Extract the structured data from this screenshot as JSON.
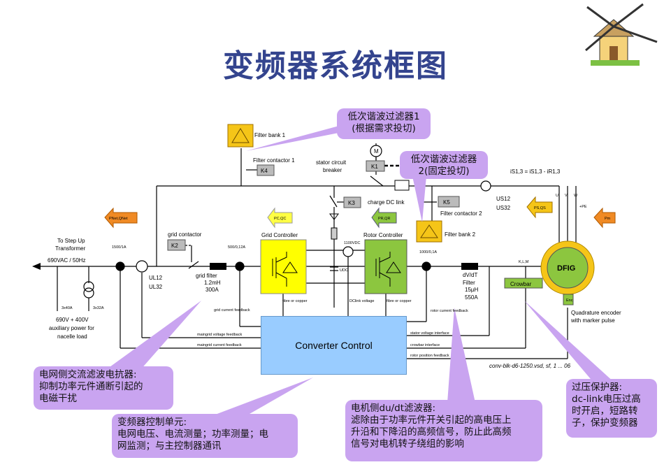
{
  "title": "变频器系统框图",
  "callouts": {
    "filter1": "低次谐波过滤器1\n(根据需求投切)",
    "filter2": "低次谐波过滤器\n2(固定投切)",
    "grid_reactor": "电网侧交流滤波电抗器:\n抑制功率元件通断引起的\n电磁干扰",
    "control_unit": "变频器控制单元:\n电网电压、电流测量；功率测量；电\n网监测；与主控制器通讯",
    "dudt_filter": "电机侧du/dt滤波器:\n滤除由于功率元件开关引起的高电压上\n升沿和下降沿的高频信号，防止此高频\n信号对电机转子绕组的影响",
    "crowbar": "过压保护器:\ndc-link电压过高\n时开启，短路转\n子，保护变频器"
  },
  "diagram": {
    "converter_control": "Converter Control",
    "grid_controller": "Grid Controller",
    "rotor_controller": "Rotor Controller",
    "dfig": "DFIG",
    "crowbar": "Crowbar",
    "enc": "Enc",
    "k1": "K1",
    "k2": "K2",
    "k3": "K3",
    "k4": "K4",
    "k5": "K5",
    "m": "M",
    "filter_bank_1": "Filter bank 1",
    "filter_bank_2": "Filter bank 2",
    "filter_contactor_1": "Filter contactor 1",
    "filter_contactor_2": "Filter contactor 2",
    "stator_breaker_1": "stator circuit",
    "stator_breaker_2": "breaker",
    "charge_dc_link": "charge DC link",
    "grid_contactor": "grid contactor",
    "to_step_up_1": "To Step Up",
    "to_step_up_2": "Transformer",
    "grid_voltage": "690VAC / 50Hz",
    "aux_1": "690V + 400V",
    "aux_2": "auxiliary power for",
    "aux_3": "nacelle load",
    "fuse_1": "3x40A",
    "fuse_2": "3x32A",
    "ct_1": "1500/1A",
    "ct_2": "500/0,12A",
    "ct_3": "1000/0,1A",
    "dc_sensor": "1100VDC",
    "ul12": "UL12",
    "ul32": "UL32",
    "us12": "US12",
    "us32": "US32",
    "udc": "UDC",
    "grid_filter_1": "grid filter",
    "grid_filter_2": "1.2mH",
    "grid_filter_3": "300A",
    "dvdt_1": "dV/dT",
    "dvdt_2": "Filter",
    "dvdt_3": "15µH",
    "dvdt_4": "550A",
    "klm": "K,L,M",
    "uvw": [
      "U",
      "V",
      "W"
    ],
    "pe": "+PE",
    "encoder_1": "Quadrature encoder",
    "encoder_2": "with marker pulse",
    "p_net": "PNet,QNet",
    "p_grid": "PC,QC",
    "p_rotor": "PR,QR",
    "p_stator": "PS,QS",
    "p_mech": "Pm",
    "i_eq": "iS1,3 = iS1,3 - iR1,3",
    "sig_grid_current": "grid current feedback",
    "sig_main_voltage": "maingrid voltage feedback",
    "sig_main_current": "maingrid current feedback",
    "sig_fibre_1": "fibre or copper",
    "sig_fibre_2": "fibre or copper",
    "sig_dclink": "DClink voltage",
    "sig_rotor_current": "rotor current feedback",
    "sig_stator_voltage": "stator voltage interface",
    "sig_crowbar": "crowbar interface",
    "sig_rotor_pos": "rotor position feedback",
    "file_ref": "conv-blk-d6-1250.vsd, sf, 1 ... 06"
  },
  "colors": {
    "title": "#34448e",
    "callout": "#c9a4f0",
    "grid_controller": "#ffff00",
    "rotor_controller": "#8cc63f",
    "dfig_ring": "#f5c518",
    "control": "#99ccff",
    "arrow_net": "#f08a24",
    "filter_bank": "#f5c518"
  }
}
